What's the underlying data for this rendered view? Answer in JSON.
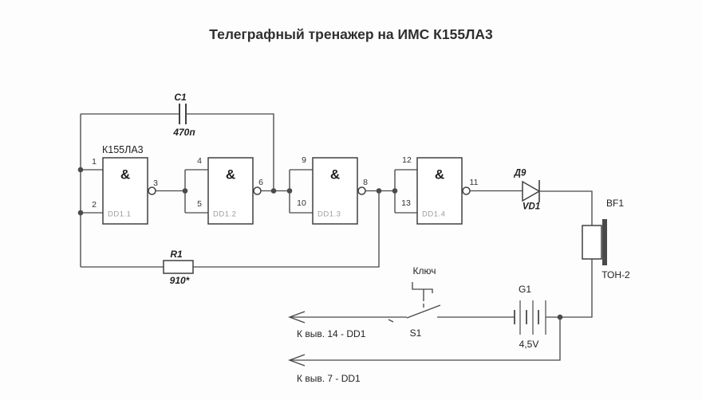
{
  "title": "Телеграфный тренажер на ИМС К155ЛА3",
  "schematic": {
    "ic_label": "К155ЛА3",
    "gate_symbol": "&",
    "gates": [
      {
        "name": "DD1.1",
        "pins_in": [
          "1",
          "2"
        ],
        "pin_out": "3"
      },
      {
        "name": "DD1.2",
        "pins_in": [
          "4",
          "5"
        ],
        "pin_out": "6"
      },
      {
        "name": "DD1.3",
        "pins_in": [
          "9",
          "10"
        ],
        "pin_out": "8"
      },
      {
        "name": "DD1.4",
        "pins_in": [
          "12",
          "13"
        ],
        "pin_out": "11"
      }
    ],
    "capacitor": {
      "ref": "C1",
      "value": "470п"
    },
    "resistor": {
      "ref": "R1",
      "value": "910*"
    },
    "diode": {
      "type": "Д9",
      "ref": "VD1"
    },
    "speaker": {
      "ref": "BF1",
      "type": "ТОН-2"
    },
    "battery": {
      "ref": "G1",
      "value": "4,5V"
    },
    "switch": {
      "label": "Ключ",
      "ref": "S1"
    },
    "notes": {
      "to_pin14": "К выв. 14 - DD1",
      "to_pin7": "К выв. 7 - DD1"
    }
  },
  "colors": {
    "wire": "#4a4a4a",
    "component_outline": "#404040",
    "text": "#222222",
    "gate_ref_text": "#9c9c9c",
    "background": "#fdfdfd",
    "title": "#2f2f2f"
  }
}
